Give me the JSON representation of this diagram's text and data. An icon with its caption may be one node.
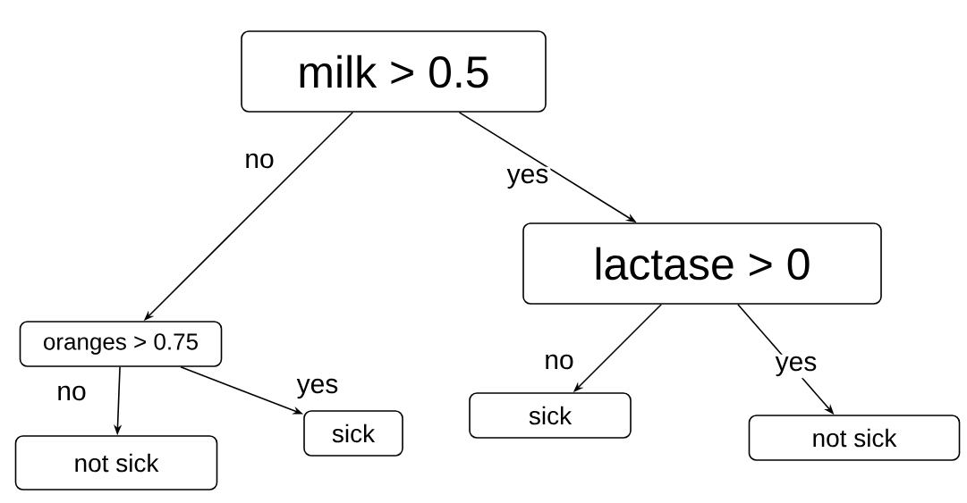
{
  "diagram": {
    "nodes": [
      {
        "text": [
          "milk > 0.5"
        ]
      },
      {
        "text": [
          "oranges > 0.75"
        ]
      },
      {
        "text": [
          "lactase > 0"
        ]
      },
      {
        "text": [
          "not sick"
        ]
      },
      {
        "text": [
          "sick"
        ]
      },
      {
        "text": [
          "sick"
        ]
      },
      {
        "text": [
          "not sick"
        ]
      }
    ],
    "edges": [
      {
        "from": 0,
        "to": 1,
        "arrow": "to",
        "label": "no"
      },
      {
        "from": 0,
        "to": 2,
        "arrow": "to",
        "label": "yes"
      },
      {
        "from": 1,
        "to": 3,
        "arrow": "to",
        "label": "no"
      },
      {
        "from": 1,
        "to": 4,
        "arrow": "to",
        "label": "yes"
      },
      {
        "from": 2,
        "to": 5,
        "arrow": "to",
        "label": "no"
      },
      {
        "from": 2,
        "to": 6,
        "arrow": "to",
        "label": "yes"
      }
    ]
  }
}
